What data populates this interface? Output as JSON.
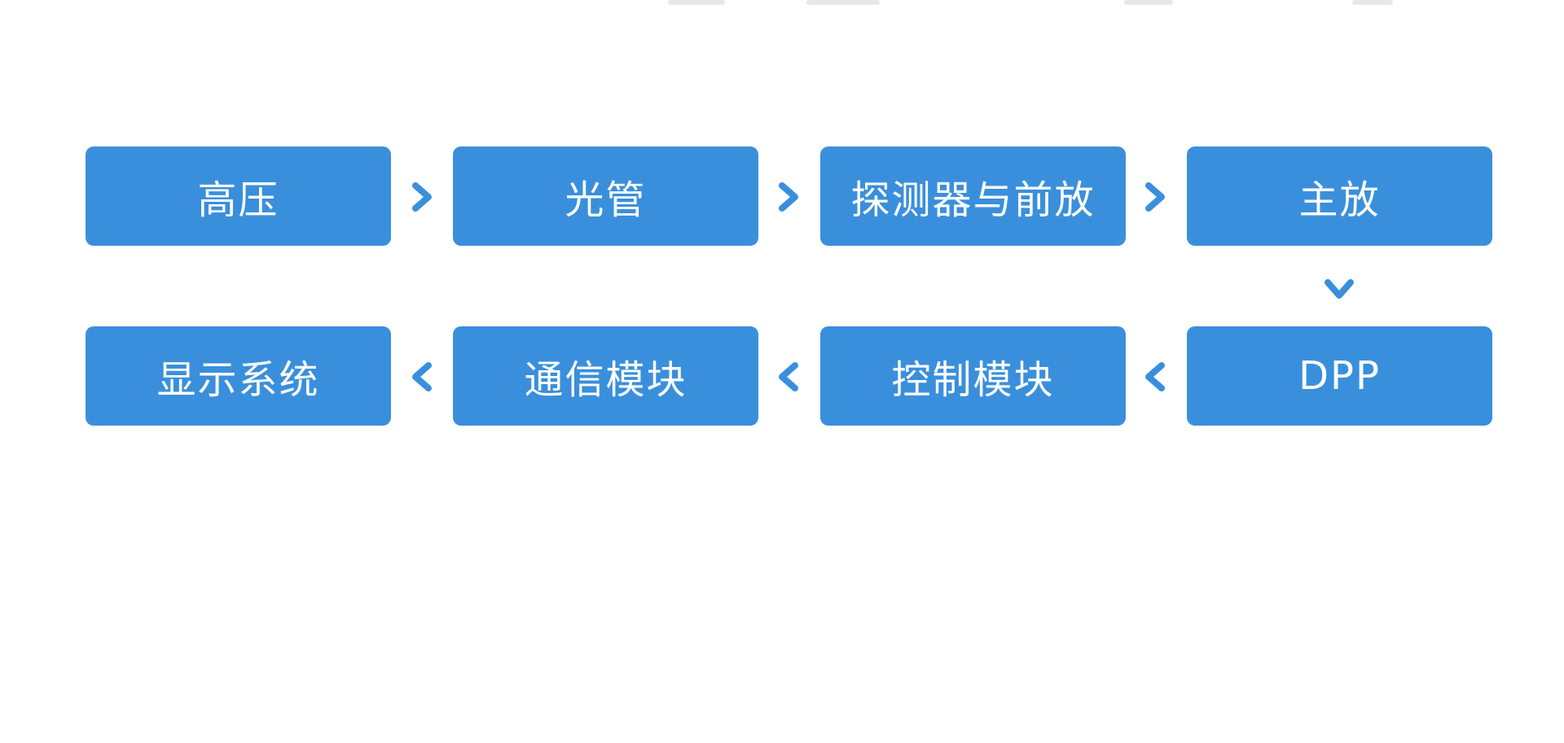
{
  "diagram": {
    "nodes": [
      {
        "label": "高压"
      },
      {
        "label": "光管"
      },
      {
        "label": "探测器与前放"
      },
      {
        "label": "主放"
      },
      {
        "label": "DPP"
      },
      {
        "label": "控制模块"
      },
      {
        "label": "通信模块"
      },
      {
        "label": "显示系统"
      }
    ],
    "colors": {
      "node_fill": "#3a8fdc",
      "node_text": "#ffffff",
      "arrow": "#3a8fdc",
      "background": "#ffffff"
    },
    "arrows": [
      {
        "direction": "right",
        "icon": "chevron-right-icon"
      },
      {
        "direction": "right",
        "icon": "chevron-right-icon"
      },
      {
        "direction": "right",
        "icon": "chevron-right-icon"
      },
      {
        "direction": "down",
        "icon": "chevron-down-icon"
      },
      {
        "direction": "left",
        "icon": "chevron-left-icon"
      },
      {
        "direction": "left",
        "icon": "chevron-left-icon"
      },
      {
        "direction": "left",
        "icon": "chevron-left-icon"
      }
    ]
  }
}
